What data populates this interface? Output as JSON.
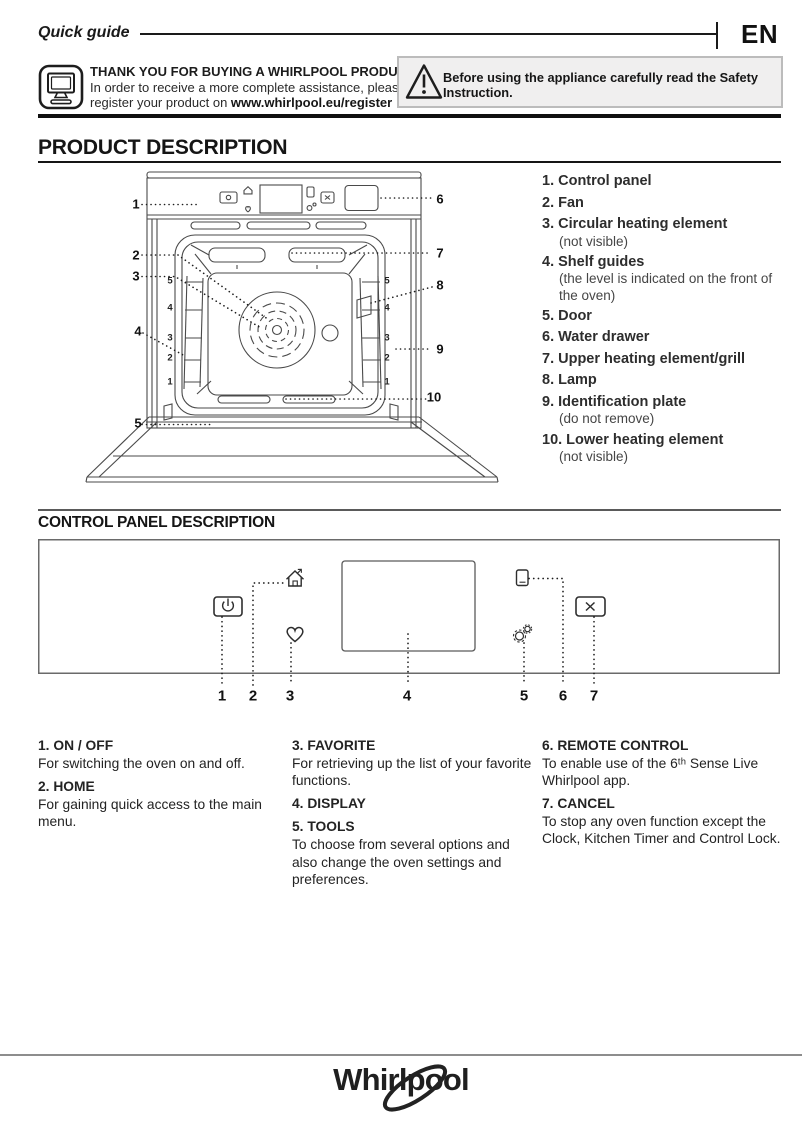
{
  "header": {
    "title": "Quick guide",
    "lang": "EN"
  },
  "register": {
    "title": "THANK YOU FOR BUYING A WHIRLPOOL PRODUCT",
    "line1": "In order to receive a more complete assistance, please",
    "line2_prefix": "register your product on ",
    "line2_link": "www.whirlpool.eu/register"
  },
  "warning": {
    "line1": "Before using the appliance carefully read the Safety",
    "line2": "Instruction."
  },
  "product": {
    "heading": "PRODUCT DESCRIPTION",
    "diagram": {
      "callouts": [
        "1",
        "2",
        "3",
        "4",
        "5",
        "6",
        "7",
        "8",
        "9",
        "10"
      ],
      "shelf_levels": [
        "5",
        "4",
        "3",
        "2",
        "1"
      ]
    },
    "parts": [
      {
        "label": "1. Control panel",
        "note": ""
      },
      {
        "label": "2. Fan",
        "note": ""
      },
      {
        "label": "3. Circular heating element",
        "note": "(not visible)"
      },
      {
        "label": "4. Shelf guides",
        "note": "(the level is indicated on the front of the oven)"
      },
      {
        "label": "5. Door",
        "note": ""
      },
      {
        "label": "6. Water drawer",
        "note": ""
      },
      {
        "label": "7. Upper heating element/grill",
        "note": ""
      },
      {
        "label": "8. Lamp",
        "note": ""
      },
      {
        "label": "9. Identification plate",
        "note": "(do not remove)"
      },
      {
        "label": "10. Lower heating element",
        "note": "(not visible)"
      }
    ]
  },
  "panel": {
    "heading": "CONTROL PANEL DESCRIPTION",
    "callouts": [
      "1",
      "2",
      "3",
      "4",
      "5",
      "6",
      "7"
    ],
    "icons": [
      "power-icon",
      "home-icon",
      "favorite-heart-icon",
      "display-screen",
      "tools-gears-icon",
      "remote-phone-icon",
      "cancel-x-icon"
    ],
    "functions": [
      {
        "title": "1. ON / OFF",
        "desc": "For switching the oven on and off."
      },
      {
        "title": "2. HOME",
        "desc": "For gaining quick access to the main menu."
      },
      {
        "title": "3. FAVORITE",
        "desc": "For retrieving up the list of your favorite functions."
      },
      {
        "title": "4. DISPLAY",
        "desc": ""
      },
      {
        "title": "5. TOOLS",
        "desc": "To choose from several options and also change the oven settings and preferences."
      },
      {
        "title": "6. REMOTE CONTROL",
        "desc": "To enable use of the 6ᵗʰ Sense Live Whirlpool app."
      },
      {
        "title": "7. CANCEL",
        "desc": "To stop any oven function except the Clock, Kitchen Timer and Control Lock."
      }
    ]
  },
  "footer": {
    "brand": "Whirlpool"
  }
}
